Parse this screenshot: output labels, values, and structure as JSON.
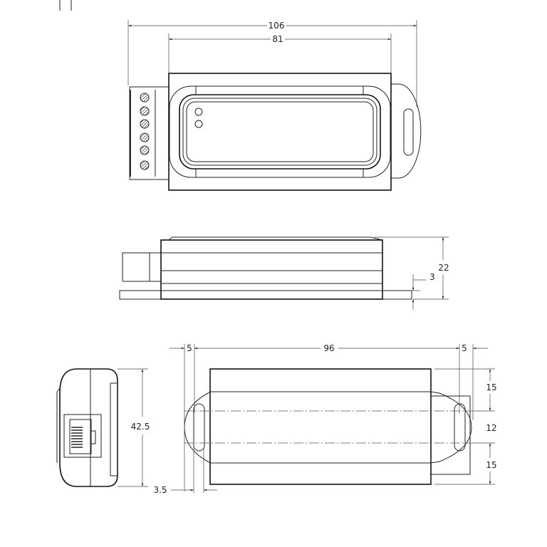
{
  "drawing": {
    "top_view": {
      "overall_length": "106",
      "body_length": "81"
    },
    "side_view": {
      "height": "22",
      "flange_thickness": "3"
    },
    "end_view": {
      "width": "42.5"
    },
    "bottom_view": {
      "left_margin": "5",
      "slot_spacing": "96",
      "right_margin": "5",
      "top_offset": "15",
      "slot_length": "12",
      "bottom_offset": "15",
      "slot_width": "3.5"
    }
  }
}
